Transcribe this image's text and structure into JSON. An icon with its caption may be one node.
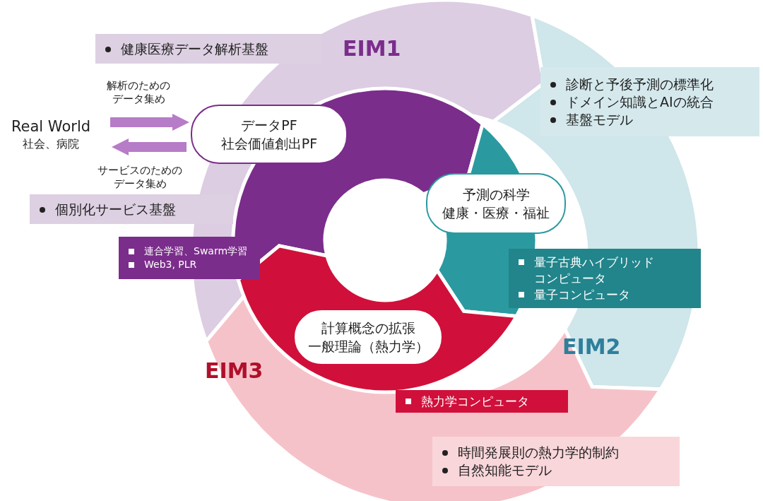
{
  "diagram": {
    "nodes": [
      {
        "text": [
          "Real World",
          "社会、病院"
        ]
      },
      {
        "text": [
          "データPF",
          "社会価値創出PF"
        ]
      },
      {
        "text": [
          "予測の科学",
          "健康・医療・福祉"
        ]
      },
      {
        "text": [
          "計算概念の拡張",
          "一般理論（熱力学）"
        ]
      },
      {
        "text": [
          "健康医療データ解析基盤"
        ]
      },
      {
        "text": [
          "個別化サービス基盤"
        ]
      },
      {
        "text": [
          "連合学習、Swarm学習",
          "Web3, PLR"
        ]
      },
      {
        "text": [
          "診断と予後予測の標準化",
          "ドメイン知識とAIの統合",
          "基盤モデル"
        ]
      },
      {
        "text": [
          "量子古典ハイブリッドコンピュータ",
          "量子コンピュータ"
        ]
      },
      {
        "text": [
          "熱力学コンピュータ"
        ]
      },
      {
        "text": [
          "時間発展則の熱力学的制約",
          "自然知能モデル"
        ]
      }
    ],
    "edges": [
      {
        "from": 0,
        "to": 1,
        "arrow": "to",
        "label": "解析のためのデータ集め"
      },
      {
        "from": 1,
        "to": 0,
        "arrow": "to",
        "label": "サービスのためのデータ集め"
      }
    ],
    "labels": [
      "EIM1",
      "EIM2",
      "EIM3"
    ]
  }
}
